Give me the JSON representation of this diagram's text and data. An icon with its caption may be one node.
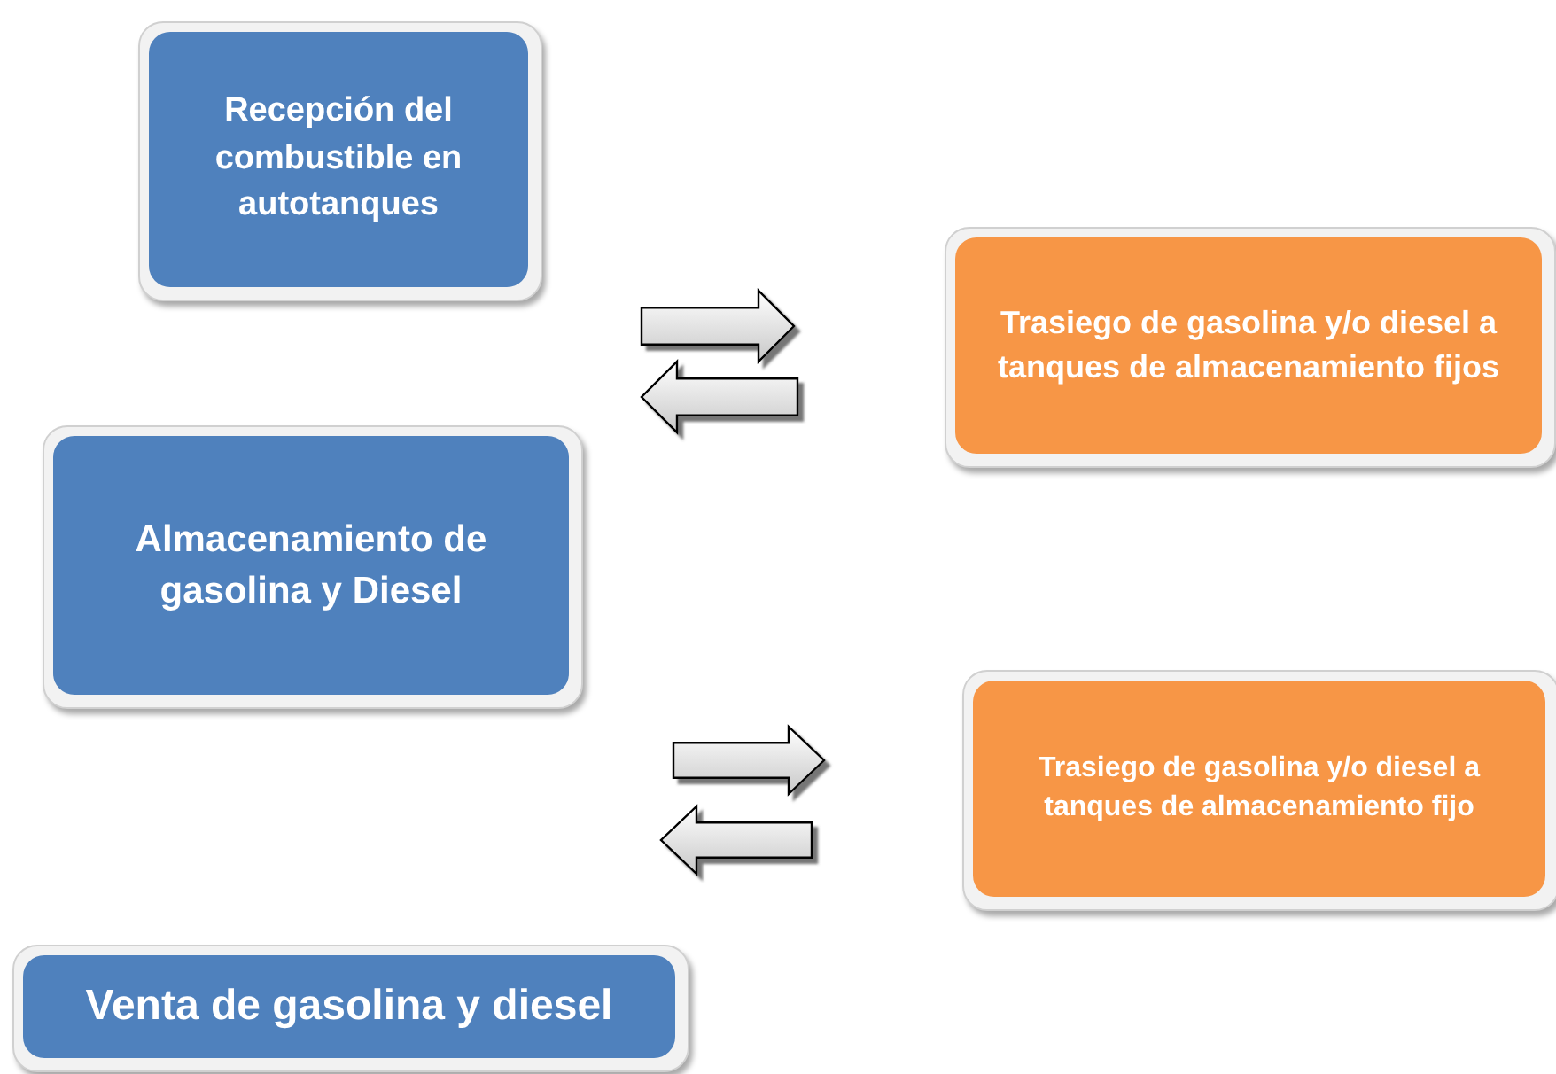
{
  "diagram": {
    "nodes": [
      {
        "text": [
          "Recepción del combustible en autotanques"
        ]
      },
      {
        "text": [
          "Trasiego de gasolina y/o diesel a tanques de almacenamiento fijos"
        ]
      },
      {
        "text": [
          "Almacenamiento de gasolina y Diesel"
        ]
      },
      {
        "text": [
          "Trasiego de gasolina y/o diesel a tanques de almacenamiento fijo"
        ]
      },
      {
        "text": [
          "Venta de gasolina y diesel"
        ]
      }
    ]
  }
}
